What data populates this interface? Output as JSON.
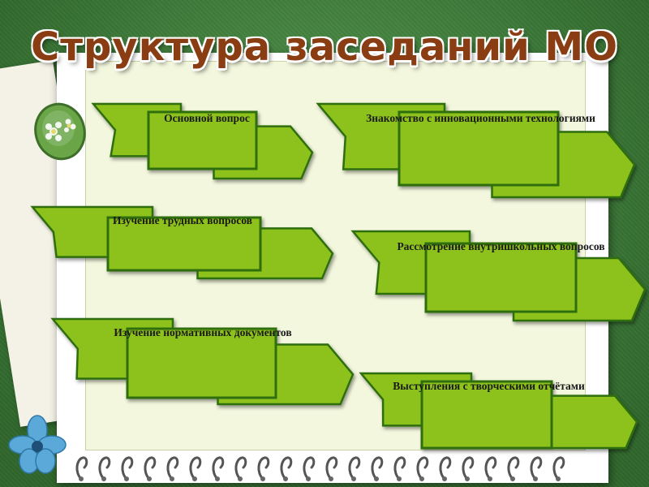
{
  "slide": {
    "title": "Структура заседаний МО",
    "items": [
      {
        "label": "Основной вопрос"
      },
      {
        "label": "Знакомство с инновационными технологиями"
      },
      {
        "label": "Изучение трудных вопросов"
      },
      {
        "label": "Рассмотрение внутришкольных вопросов"
      },
      {
        "label": "Изучение нормативных документов"
      },
      {
        "label": "Выступления с творческими отчётами"
      }
    ]
  },
  "decorations": {
    "pendant": "daisy-pendant-icon",
    "flower": "blue-flower-icon",
    "binding": "spiral-binding-icon"
  },
  "colors": {
    "background": "#3f8a3a",
    "ribbon_fill": "#8dc21e",
    "ribbon_stroke": "#2f6e10",
    "title": "#8a3d12"
  }
}
